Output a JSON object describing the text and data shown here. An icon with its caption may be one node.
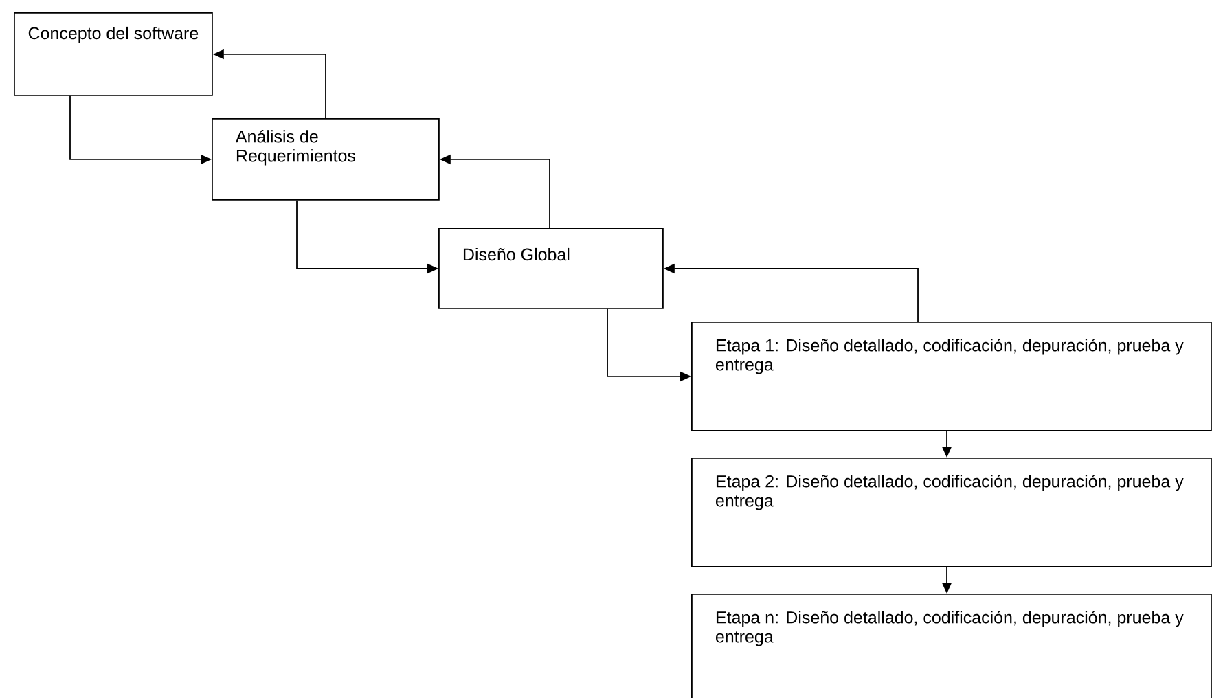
{
  "diagram": {
    "nodes": [
      {
        "text": [
          "Concepto del software"
        ]
      },
      {
        "text": [
          "Análisis de Requerimientos"
        ]
      },
      {
        "text": [
          "Diseño Global"
        ]
      },
      {
        "text": [
          "Etapa 1: Diseño detallado, codificación, depuración, prueba y entrega"
        ]
      },
      {
        "text": [
          "Etapa 2: Diseño detallado, codificación, depuración, prueba y entrega"
        ]
      },
      {
        "text": [
          "Etapa n: Diseño detallado, codificación, depuración, prueba y entrega"
        ]
      }
    ],
    "edges": [
      {
        "from": 0,
        "to": 1,
        "arrow": "to"
      },
      {
        "from": 1,
        "to": 0,
        "arrow": "to"
      },
      {
        "from": 1,
        "to": 2,
        "arrow": "to"
      },
      {
        "from": 2,
        "to": 1,
        "arrow": "to"
      },
      {
        "from": 2,
        "to": 3,
        "arrow": "to"
      },
      {
        "from": 3,
        "to": 2,
        "arrow": "to"
      },
      {
        "from": 3,
        "to": 4,
        "arrow": "to"
      },
      {
        "from": 4,
        "to": 5,
        "arrow": "to"
      }
    ]
  }
}
